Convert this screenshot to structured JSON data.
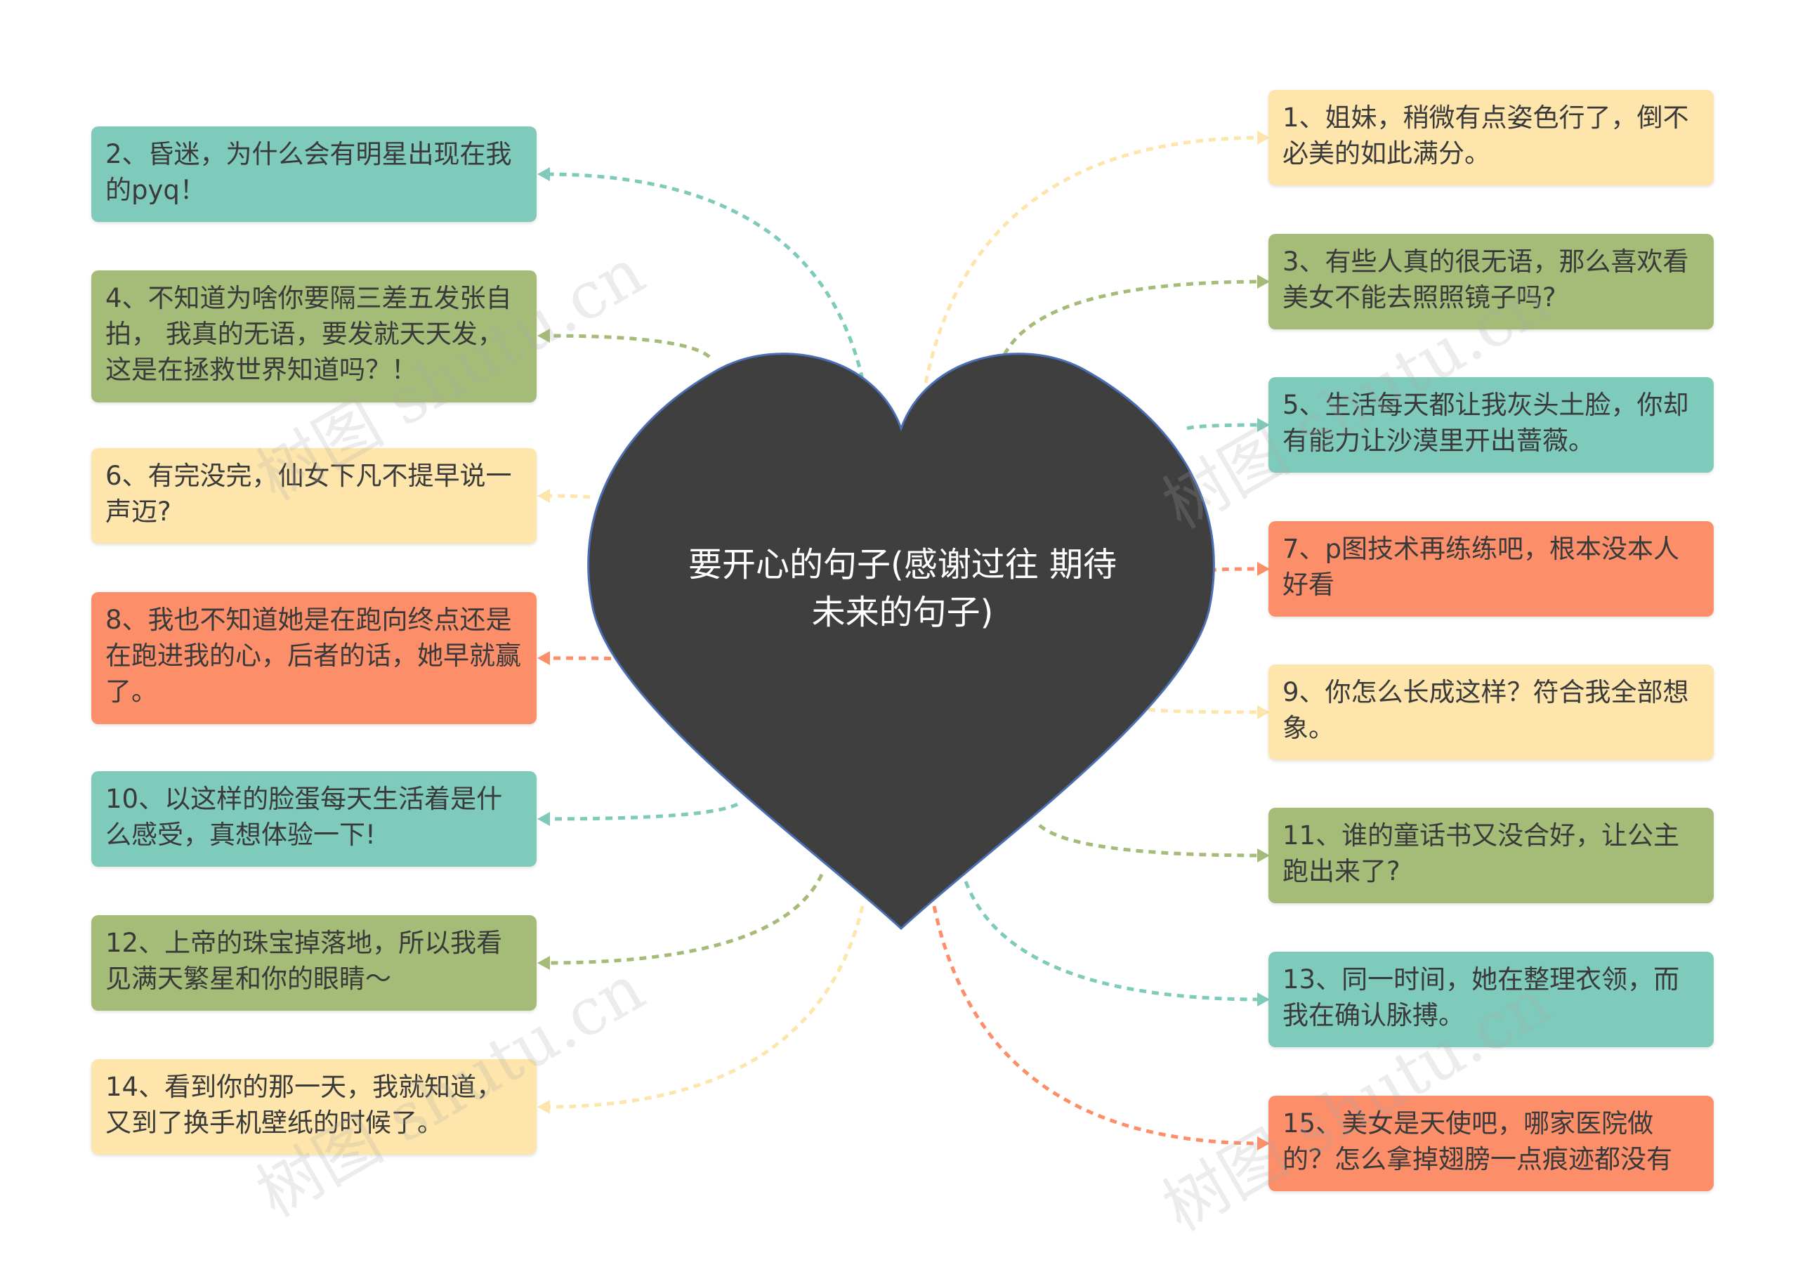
{
  "center": {
    "title": "要开心的句子(感谢过往 期待未来的句子)"
  },
  "colors": {
    "teal": "#7ecbbb",
    "olive": "#a4bc78",
    "yellow": "#fde5ab",
    "salmon": "#fd8e6a",
    "heart": "#3f3f3f",
    "heart_border": "#4a6fb5"
  },
  "nodes": {
    "n1": "1、姐妹，稍微有点姿色行了，倒不必美的如此满分。",
    "n2": "2、昏迷，为什么会有明星出现在我的pyq！",
    "n3": "3、有些人真的很无语，那么喜欢看美女不能去照照镜子吗?",
    "n4": "4、不知道为啥你要隔三差五发张自拍， 我真的无语，要发就天天发，这是在拯救世界知道吗？！",
    "n5": "5、生活每天都让我灰头土脸，你却有能力让沙漠里开出蔷薇。",
    "n6": "6、有完没完，仙女下凡不提早说一声迈?",
    "n7": "7、p图技术再练练吧，根本没本人好看",
    "n8": "8、我也不知道她是在跑向终点还是在跑进我的心，后者的话，她早就赢了。",
    "n9": "9、你怎么长成这样？符合我全部想象。",
    "n10": "10、以这样的脸蛋每天生活着是什么感受，真想体验一下!",
    "n11": "11、谁的童话书又没合好，让公主跑出来了?",
    "n12": "12、上帝的珠宝掉落地，所以我看见满天繁星和你的眼睛～",
    "n13": "13、同一时间，她在整理衣领，而我在确认脉搏。",
    "n14": "14、看到你的那一天，我就知道，又到了换手机壁纸的时候了。",
    "n15": "15、美女是天使吧，哪家医院做的？怎么拿掉翅膀一点痕迹都没有"
  },
  "watermark": "树图 shutu.cn"
}
